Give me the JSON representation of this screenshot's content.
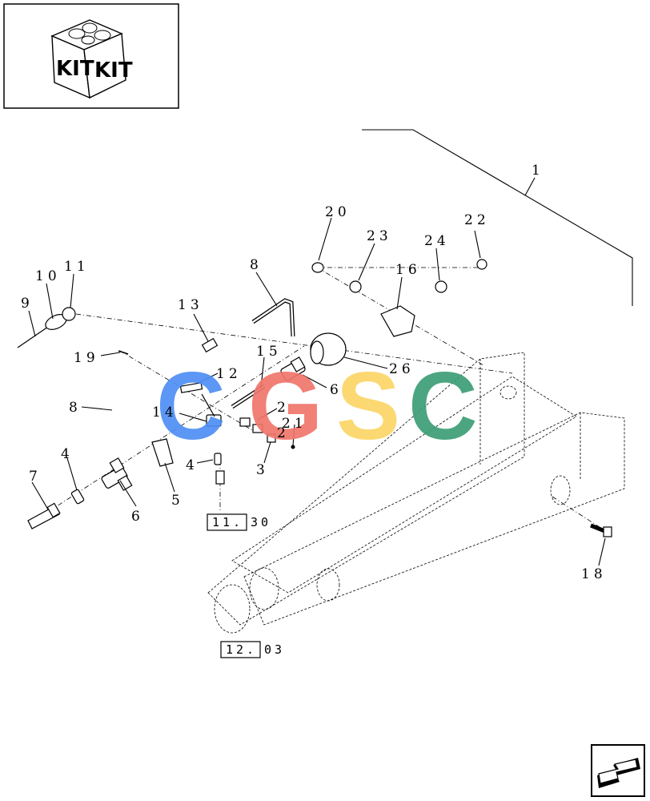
{
  "kit_icon": {
    "left_text": "KIT",
    "right_text": "KIT"
  },
  "callouts": {
    "c1": "1",
    "c2a": "2",
    "c2b": "2",
    "c3": "3",
    "c4a": "4",
    "c4b": "4",
    "c5": "5",
    "c6a": "6",
    "c6b": "6",
    "c7": "7",
    "c8a": "8",
    "c8b": "8",
    "c9": "9",
    "c10": "10",
    "c11": "11",
    "c12": "12",
    "c13": "13",
    "c14": "14",
    "c15": "15",
    "c16": "16",
    "c18": "18",
    "c19": "19",
    "c20": "20",
    "c21": "21",
    "c22": "22",
    "c23": "23",
    "c24": "24",
    "c26": "26"
  },
  "refs": {
    "ref_a": {
      "boxed": "11.",
      "rest": "30"
    },
    "ref_b": {
      "boxed": "12.",
      "rest": "03"
    }
  },
  "watermark": {
    "letters": [
      "C",
      "G",
      "S",
      "C"
    ],
    "colors": [
      "#4f8ff5",
      "#f0766c",
      "#fbd566",
      "#3c9e76"
    ]
  },
  "nav_arrow": {
    "icon": "next-page-arrow-icon"
  }
}
